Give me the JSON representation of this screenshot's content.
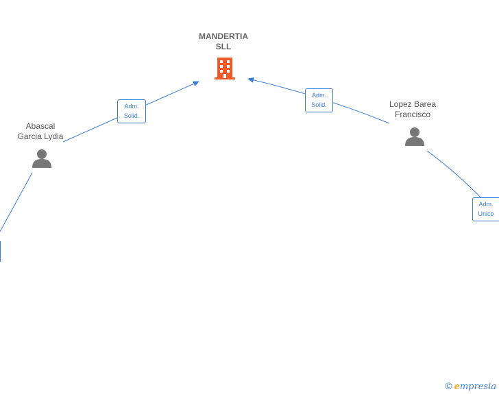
{
  "company": {
    "name_line1": "MANDERTIA",
    "name_line2": "SLL",
    "icon": "building-icon",
    "color": "#f05a28"
  },
  "people": [
    {
      "name_line1": "Abascal",
      "name_line2": "Garcia Lydia",
      "icon": "person-icon"
    },
    {
      "name_line1": "Lopez Barea",
      "name_line2": "Francisco",
      "icon": "person-icon"
    }
  ],
  "badges": [
    {
      "line1": "Adm.",
      "line2": "Solid."
    },
    {
      "line1": "Adm.",
      "line2": "Solid."
    },
    {
      "line1": "Adm.",
      "line2": "Unico"
    }
  ],
  "footer": {
    "copyright": "©",
    "brand_first": "e",
    "brand_rest": "mpresia"
  },
  "colors": {
    "edge": "#3a7bd5",
    "person": "#777777"
  }
}
